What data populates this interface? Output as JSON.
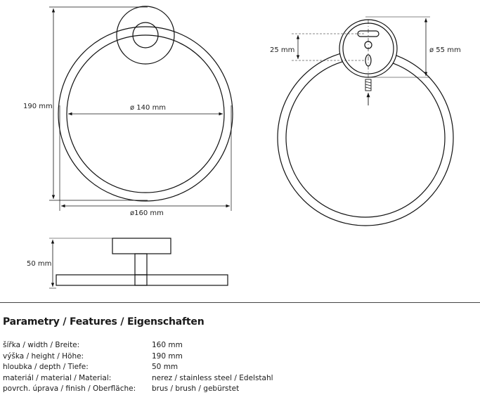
{
  "dimensions": {
    "height": "190 mm",
    "inner_diameter": "ø 140 mm",
    "outer_diameter": "ø160 mm",
    "plate_offset": "25 mm",
    "plate_diameter": "ø 55 mm",
    "depth": "50 mm"
  },
  "features": {
    "heading": "Parametry / Features / Eigenschaften",
    "rows": [
      {
        "label": "šířka / width / Breite:",
        "value": "160 mm"
      },
      {
        "label": "výška / height / Höhe:",
        "value": "190 mm"
      },
      {
        "label": "hloubka / depth / Tiefe:",
        "value": "50 mm"
      },
      {
        "label": "materiál / material / Material:",
        "value": "nerez / stainless steel / Edelstahl"
      },
      {
        "label": "povrch. úprava / finish / Oberfläche:",
        "value": "brus / brush / gebürstet"
      }
    ]
  }
}
